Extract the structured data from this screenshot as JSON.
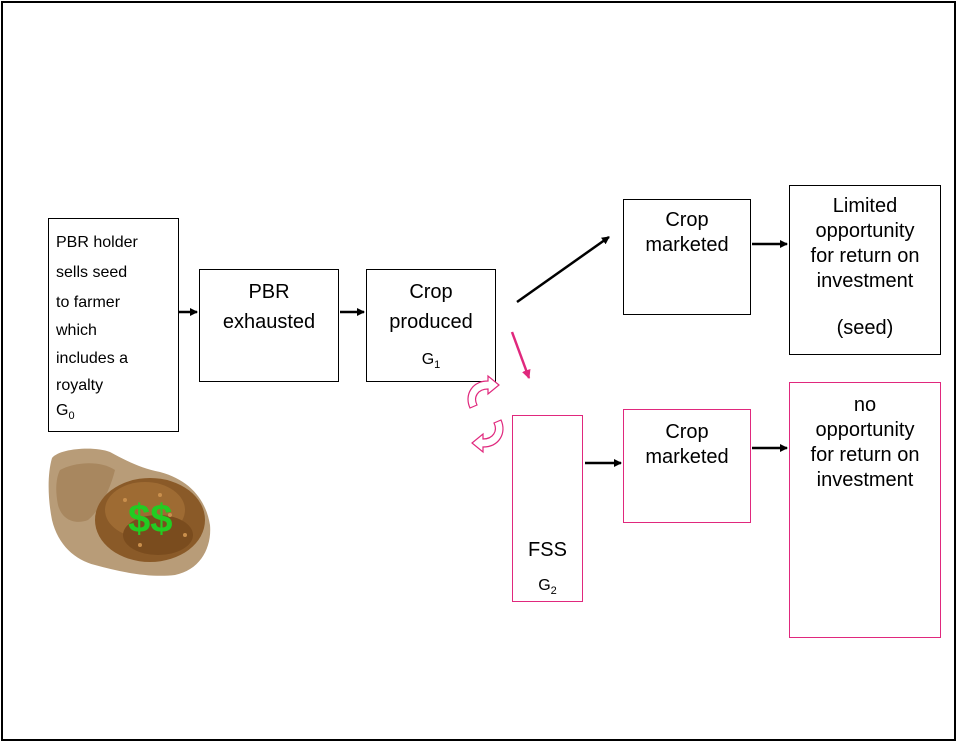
{
  "boxes": {
    "holder": {
      "lines": [
        "PBR holder",
        "sells seed",
        "to farmer",
        "which",
        "includes a",
        "royalty"
      ],
      "gen_base": "G",
      "gen_sub": "0"
    },
    "exhausted": {
      "line1": "PBR",
      "line2": "exhausted"
    },
    "produced": {
      "line1": "Crop",
      "line2": "produced",
      "gen_base": "G",
      "gen_sub": "1"
    },
    "marketed_top": {
      "line1": "Crop",
      "line2": "marketed"
    },
    "limited": {
      "line1": "Limited",
      "line2": "opportunity",
      "line3": "for return on",
      "line4": "investment",
      "line5": "(seed)"
    },
    "fss": {
      "label": "FSS",
      "gen_base": "G",
      "gen_sub": "2"
    },
    "marketed_bottom": {
      "line1": "Crop",
      "line2": "marketed"
    },
    "no_opportunity": {
      "line1": "no",
      "line2": "opportunity",
      "line3": "for return on",
      "line4": "investment"
    }
  },
  "image": {
    "overlay_text": "$$"
  },
  "colors": {
    "pink": "#e0287d",
    "green": "#22cc22",
    "black": "#000000"
  }
}
